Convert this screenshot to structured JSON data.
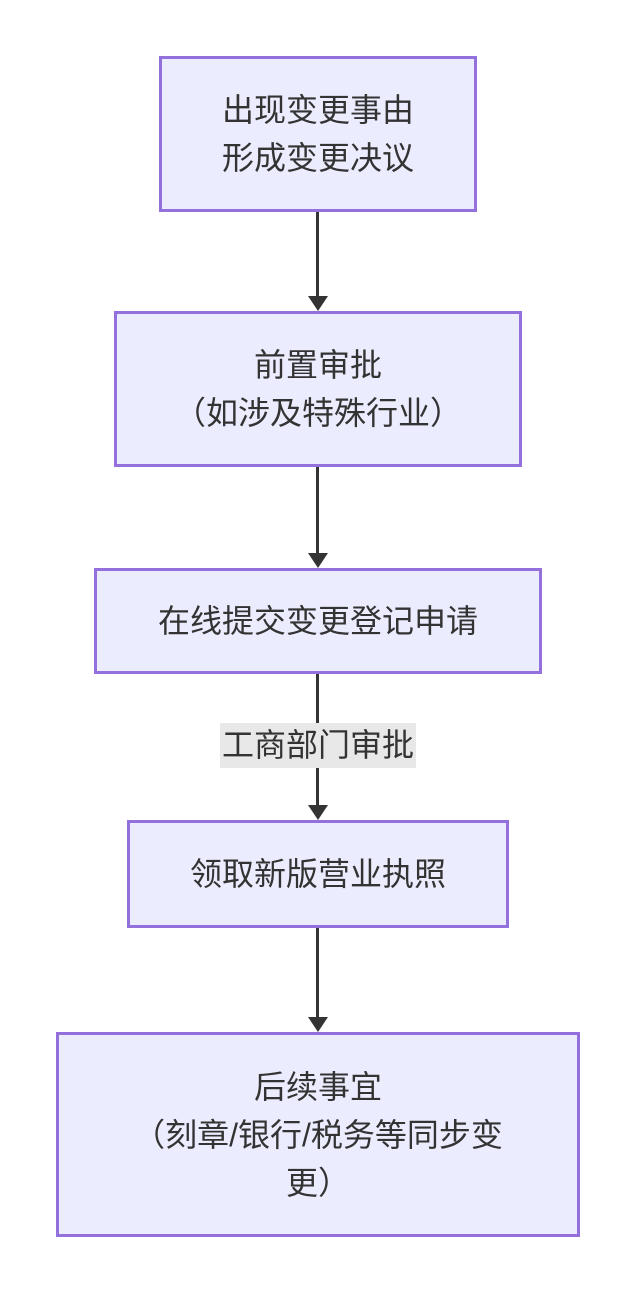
{
  "diagram": {
    "type": "flowchart",
    "direction": "top-down",
    "colors": {
      "background": "#ffffff",
      "node_fill": "#ECECFF",
      "node_border": "#9370DB",
      "edge": "#333333",
      "text": "#333333",
      "edge_label_background": "#e8e8e8"
    },
    "nodes": [
      {
        "id": "change-trigger",
        "lines": [
          "出现变更事由",
          "形成变更决议"
        ]
      },
      {
        "id": "pre-approval",
        "lines": [
          "前置审批",
          "（如涉及特殊行业）"
        ]
      },
      {
        "id": "online-submit",
        "lines": [
          "在线提交变更登记申请"
        ]
      },
      {
        "id": "new-license",
        "lines": [
          "领取新版营业执照"
        ]
      },
      {
        "id": "follow-up",
        "lines": [
          "后续事宜",
          "（刻章/银行/税务等同步变",
          "更）"
        ]
      }
    ],
    "edges": [
      {
        "from": "change-trigger",
        "to": "pre-approval",
        "label": ""
      },
      {
        "from": "pre-approval",
        "to": "online-submit",
        "label": ""
      },
      {
        "from": "online-submit",
        "to": "new-license",
        "label": "工商部门审批"
      },
      {
        "from": "new-license",
        "to": "follow-up",
        "label": ""
      }
    ]
  }
}
